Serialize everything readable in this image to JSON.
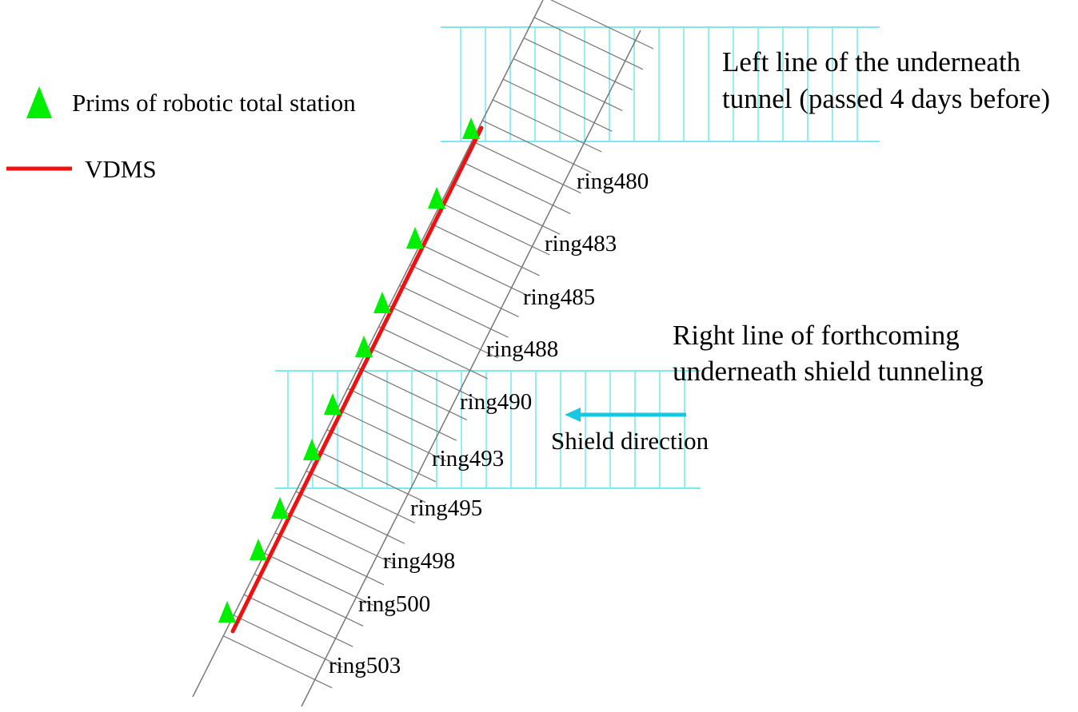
{
  "legend": {
    "prism_label": "Prims of robotic total station",
    "vdms_label": "VDMS"
  },
  "tunnels": {
    "left_line_label": [
      "Left line of the underneath",
      "tunnel (passed 4 days before)"
    ],
    "right_line_label": [
      "Right line of forthcoming",
      "underneath shield tunneling"
    ],
    "shield_direction_label": "Shield direction"
  },
  "rings": {
    "labels": [
      "ring480",
      "ring483",
      "ring485",
      "ring488",
      "ring490",
      "ring493",
      "ring495",
      "ring498",
      "ring500",
      "ring503"
    ]
  },
  "colors": {
    "prism": "#00ee00",
    "vdms": "#ee1111",
    "tunnel_below": "#4fe3e8",
    "shield_arrow": "#19c8e0",
    "main_tunnel": "#777777"
  }
}
